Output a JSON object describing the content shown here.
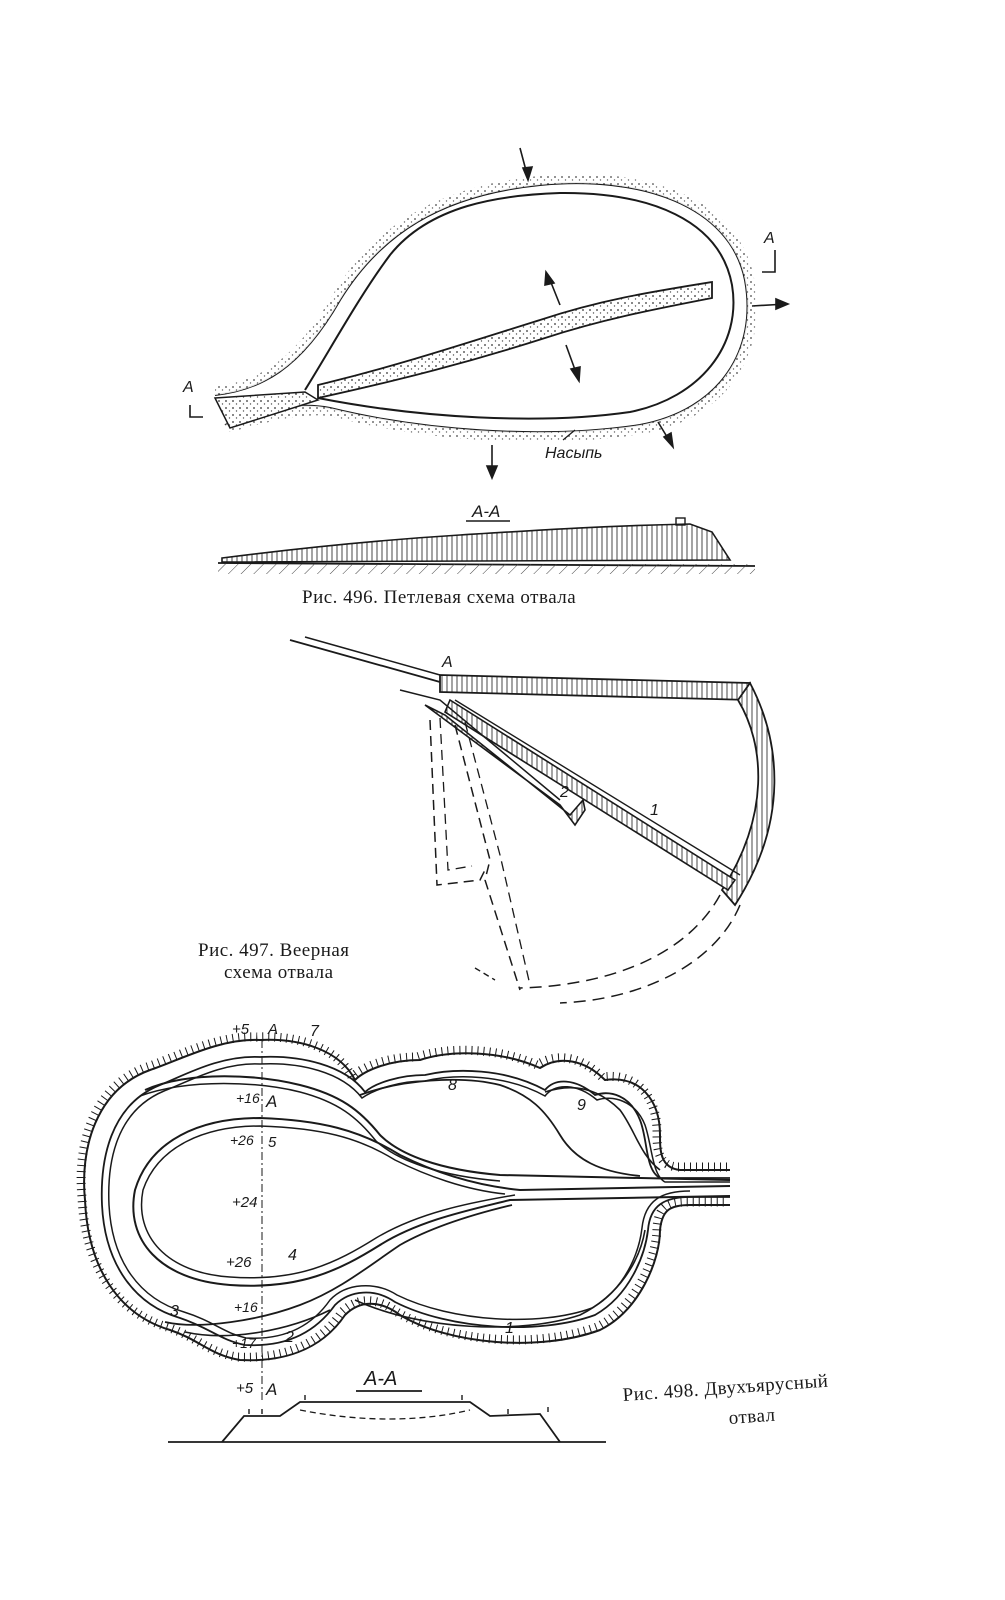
{
  "fig496": {
    "caption": "Рис. 496. Петлевая схема отвала",
    "section_label": "А-А",
    "embankment_label": "Насыпь",
    "section_mark_left": "А",
    "section_mark_right": "А"
  },
  "fig497": {
    "caption_line1": "Рис. 497. Веерная",
    "caption_line2": "схема отвала",
    "point_label": "А",
    "track_labels": [
      "1",
      "2"
    ]
  },
  "fig498": {
    "caption_line1": "Рис. 498. Двухъярусный",
    "caption_line2": "отвал",
    "section_label": "А-А",
    "section_mark_top": "А",
    "section_mark_bottom": "А",
    "section_mark_mid": "А",
    "elevations": [
      "+5",
      "+16",
      "+26",
      "+24",
      "+26",
      "+16",
      "+17",
      "+5"
    ],
    "track_numbers": [
      "1",
      "2",
      "3",
      "4",
      "5",
      "7",
      "8",
      "9"
    ]
  }
}
